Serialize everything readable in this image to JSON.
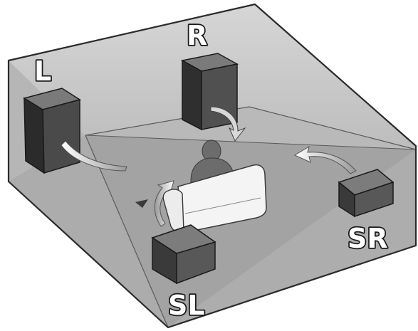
{
  "speakers": {
    "front_left": {
      "label": "L"
    },
    "front_right": {
      "label": "R"
    },
    "surround_left": {
      "label": "SL"
    },
    "surround_right": {
      "label": "SR"
    }
  },
  "colors": {
    "room_edge": "#2a2a2a",
    "room_wall": "#c9c9c9",
    "room_floor": "#b3b3b3",
    "front_wall": "#9a9a9a",
    "speaker_dark": "#3d3d3d",
    "speaker_light": "#6e6e6e",
    "sofa": "#f2f2f2",
    "listener": "#6c6c6c",
    "sound_arrow": "#e8e8e8"
  }
}
